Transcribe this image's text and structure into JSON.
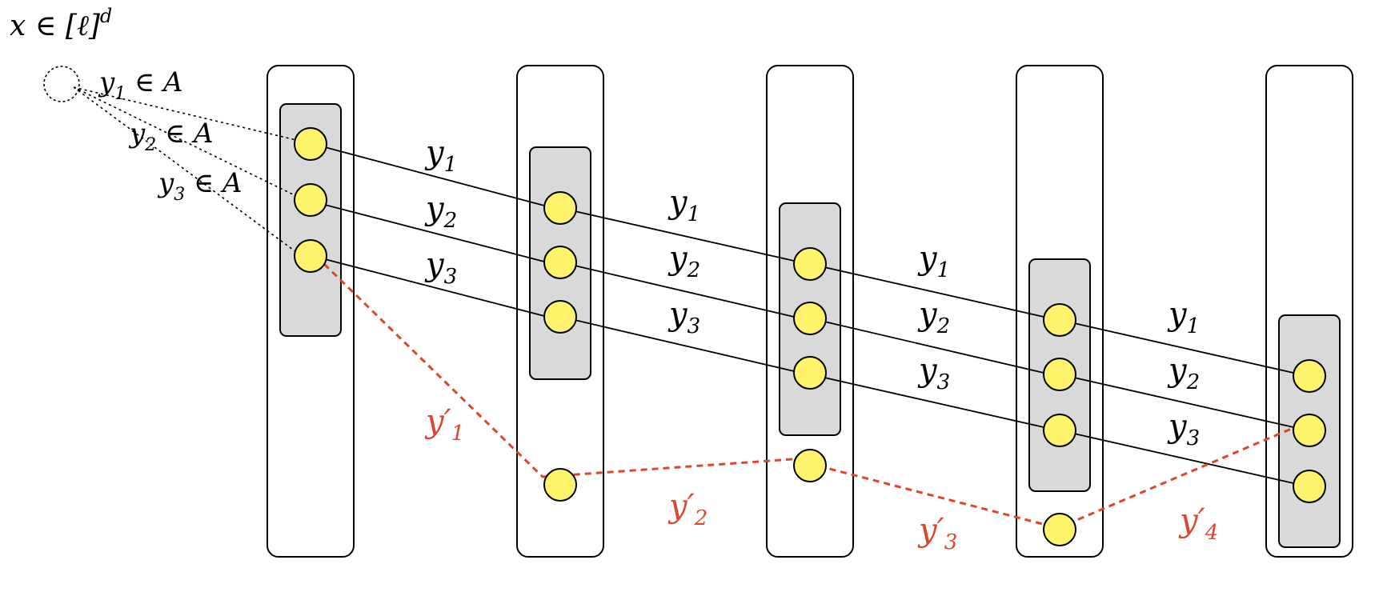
{
  "title_label": "x ∈ [ℓ]",
  "title_sup": "d",
  "membership_labels": [
    {
      "base": "y",
      "sub": "1",
      "rest": " ∈ A"
    },
    {
      "base": "y",
      "sub": "2",
      "rest": " ∈ A"
    },
    {
      "base": "y",
      "sub": "3",
      "rest": " ∈ A"
    }
  ],
  "edge_labels": [
    [
      {
        "base": "y",
        "sub": "1"
      },
      {
        "base": "y",
        "sub": "2"
      },
      {
        "base": "y",
        "sub": "3"
      }
    ],
    [
      {
        "base": "y",
        "sub": "1"
      },
      {
        "base": "y",
        "sub": "2"
      },
      {
        "base": "y",
        "sub": "3"
      }
    ],
    [
      {
        "base": "y",
        "sub": "1"
      },
      {
        "base": "y",
        "sub": "2"
      },
      {
        "base": "y",
        "sub": "3"
      }
    ],
    [
      {
        "base": "y",
        "sub": "1"
      },
      {
        "base": "y",
        "sub": "2"
      },
      {
        "base": "y",
        "sub": "3"
      }
    ]
  ],
  "red_labels": [
    {
      "base": "y′",
      "sub": "1"
    },
    {
      "base": "y′",
      "sub": "2"
    },
    {
      "base": "y′",
      "sub": "3"
    },
    {
      "base": "y′",
      "sub": "4"
    }
  ],
  "colors": {
    "node_fill": "#fff36b",
    "inner_box_fill": "#d9d9d9",
    "red_path": "#e0442b"
  }
}
